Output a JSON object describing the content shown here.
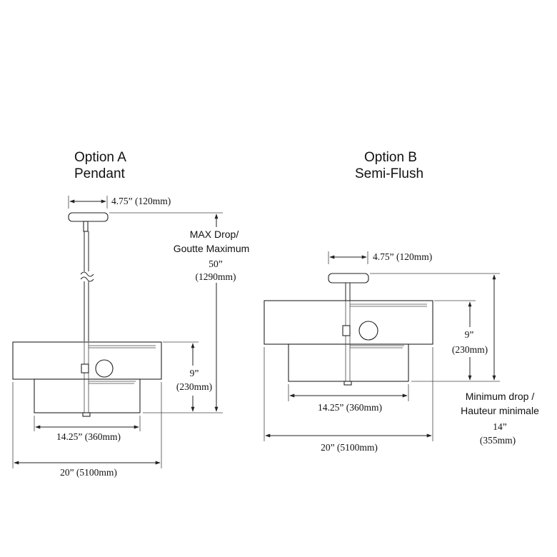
{
  "option_a": {
    "title": "Option A",
    "subtitle": "Pendant",
    "canopy_width": "4.75” (120mm)",
    "max_drop_label_1": "MAX Drop/",
    "max_drop_label_2": "Goutte Maximum",
    "max_drop_in": "50”",
    "max_drop_mm": "(1290mm)",
    "height_in": "9”",
    "height_mm": "(230mm)",
    "inner_width": "14.25” (360mm)",
    "outer_width": "20” (5100mm)"
  },
  "option_b": {
    "title": "Option B",
    "subtitle": "Semi-Flush",
    "canopy_width": "4.75” (120mm)",
    "height_in": "9”",
    "height_mm": "(230mm)",
    "min_drop_label_1": "Minimum drop /",
    "min_drop_label_2": "Hauteur minimale",
    "min_drop_in": "14”",
    "min_drop_mm": "(355mm)",
    "inner_width": "14.25” (360mm)",
    "outer_width": "20” (5100mm)"
  }
}
